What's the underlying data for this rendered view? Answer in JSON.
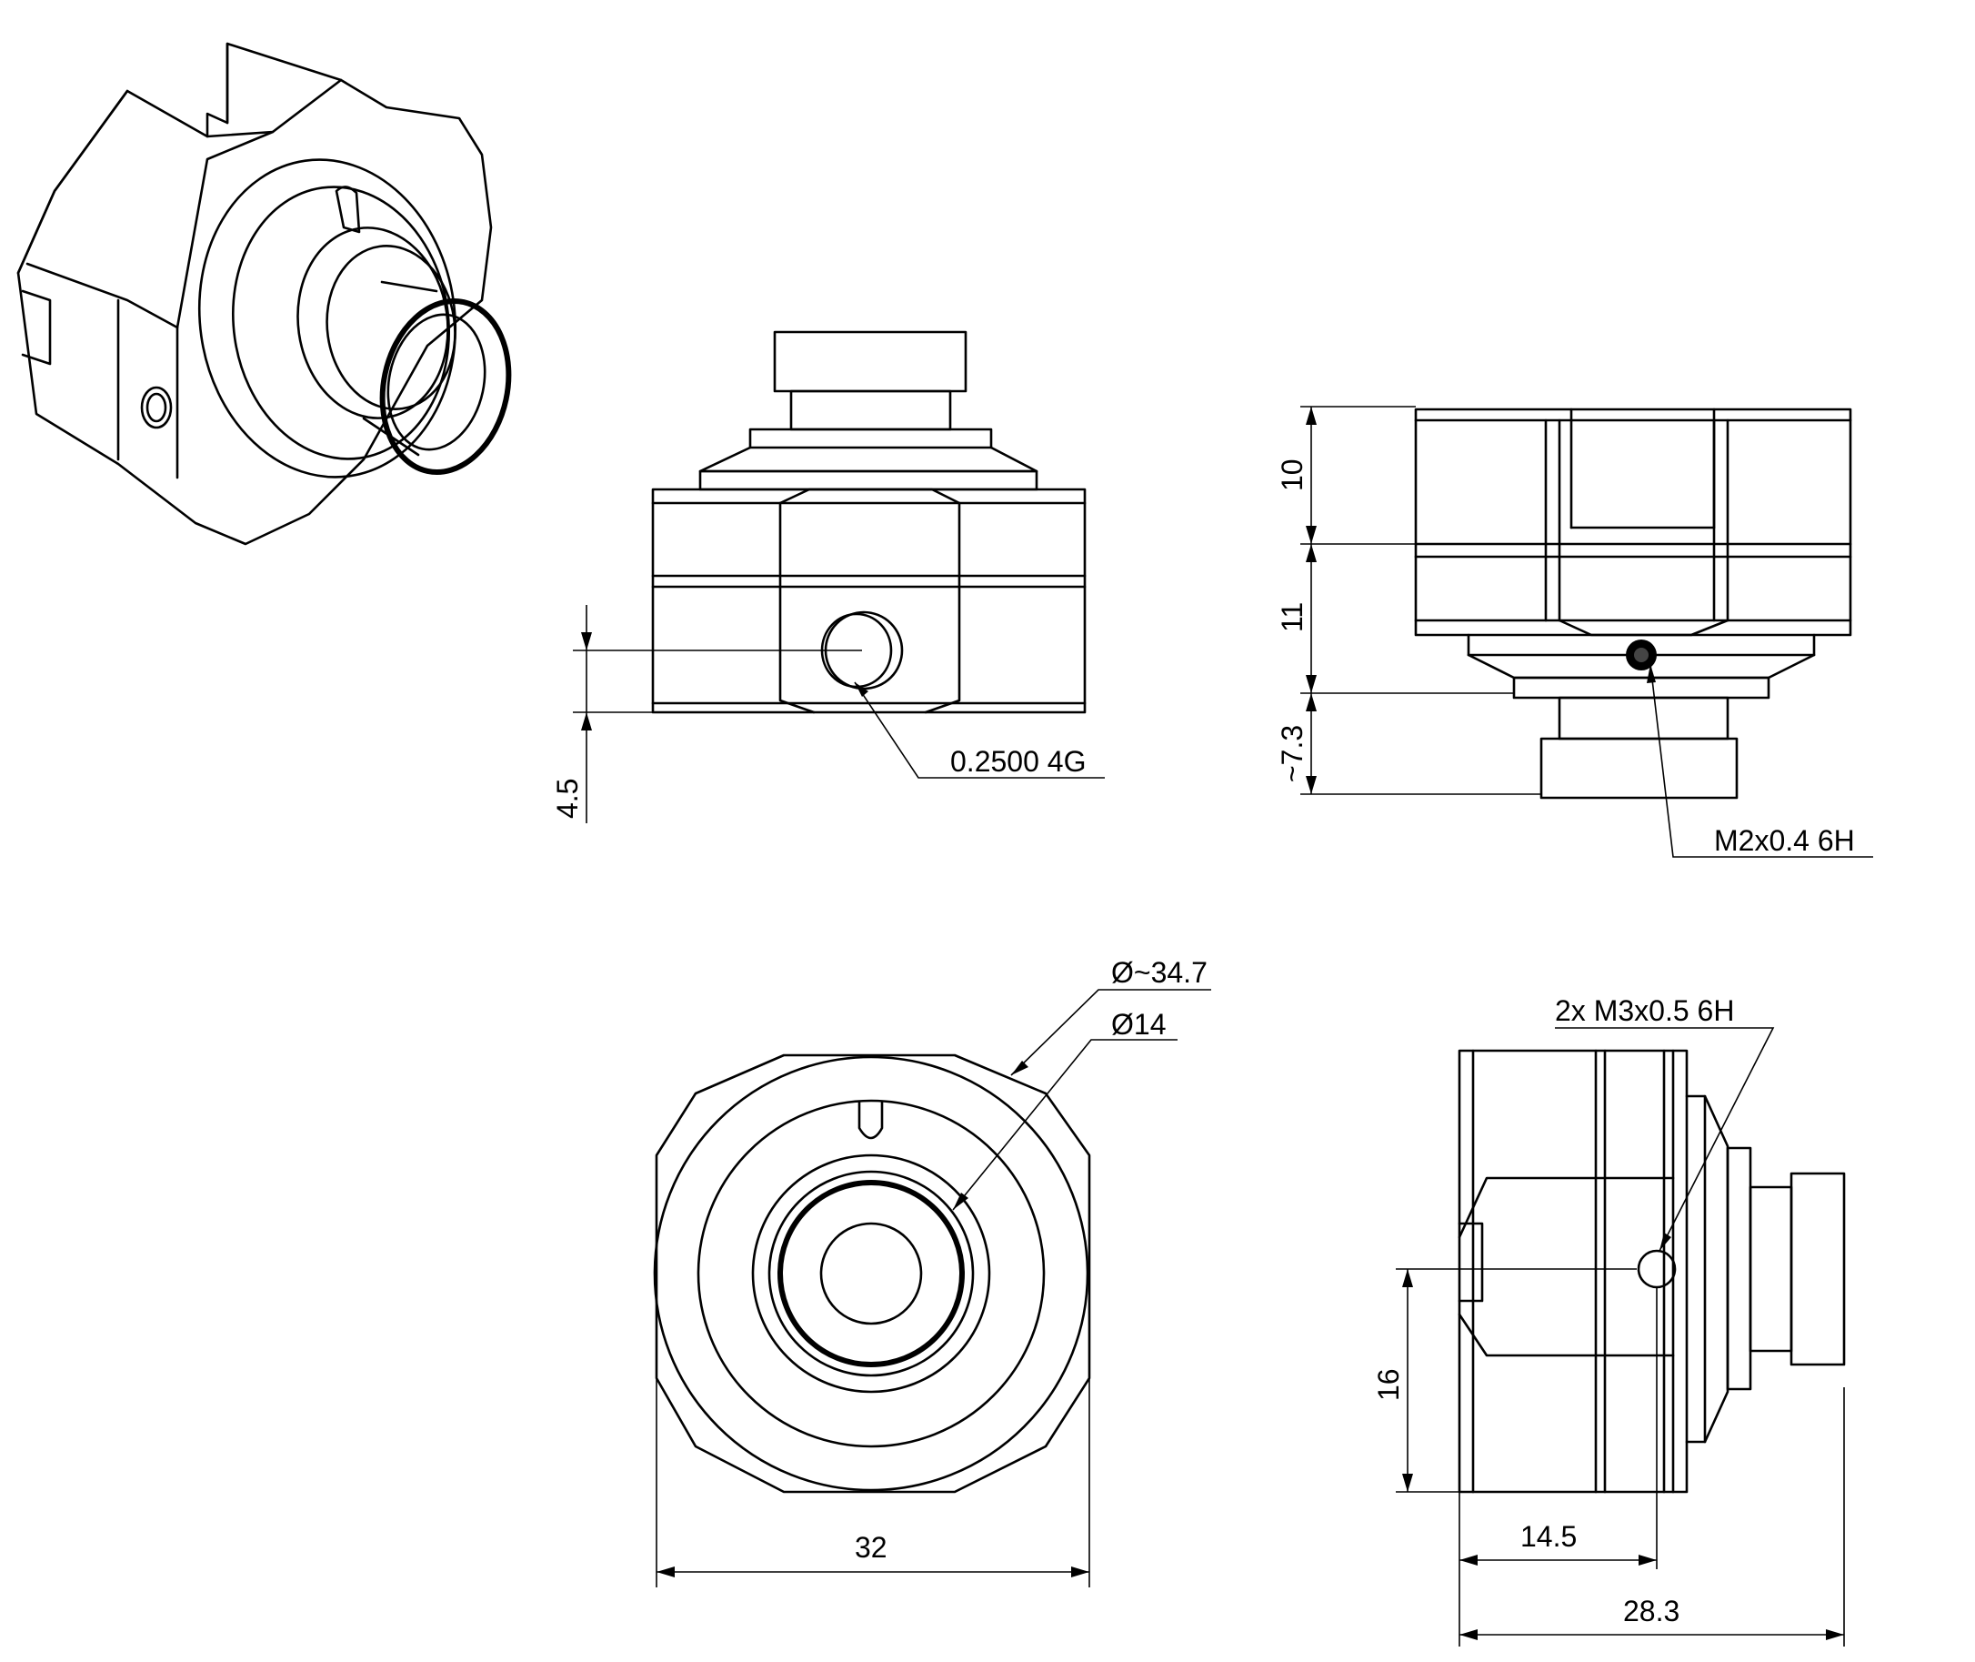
{
  "drawing": {
    "line_color": "#000000",
    "background": "#ffffff",
    "labels": {
      "thread_front": "0.2500 4G",
      "dim_front_height": "4.5",
      "dim_side_10": "10",
      "dim_side_11": "11",
      "dim_side_73": "~7.3",
      "thread_side": "M2x0.4 6H",
      "dia_outer": "Ø~34.7",
      "dia_inner": "Ø14",
      "dim_width": "32",
      "thread_right": "2x M3x0.5 6H",
      "dim_16": "16",
      "dim_145": "14.5",
      "dim_283": "28.3"
    }
  }
}
